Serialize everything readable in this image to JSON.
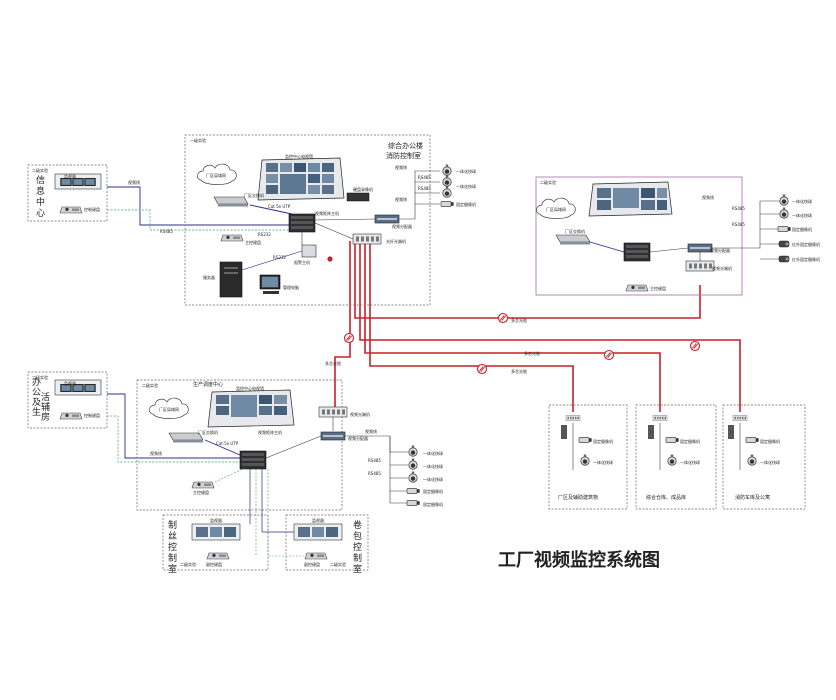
{
  "diagram_title": "工厂视频监控系统图",
  "office_building": {
    "title_line1": "综合办公楼",
    "title_line2": "消防控制室",
    "tag": "一级实验",
    "wall_label": "监控中心电视墙",
    "lan_label": "厂区局域网",
    "switch_label": "厂区交换机",
    "matrix_label": "视频矩阵主机",
    "optical_label": "光纤光端机",
    "server_label": "服务器",
    "pc_label": "管理电脑",
    "keyboard_label": "主控键盘",
    "alarm_label": "报警主机",
    "cable_label": "Cat.5e UTP",
    "rs232": "RS232",
    "rs485": "RS485",
    "vd_label": "视频分配器",
    "dvr_label": "硬盘录像机",
    "cam_dome": "一体化快球",
    "cam_fixed": "固定摄像机"
  },
  "info_center": {
    "title": "信息中心",
    "tag": "二级实验",
    "monitor": "监视器",
    "keyboard": "控制键盘"
  },
  "admin_office": {
    "title": "办公及生活辅房",
    "tag": "二级实验",
    "monitor": "监视器",
    "keyboard": "控制键盘"
  },
  "remote_building": {
    "tag": "二级实验",
    "lan_label": "厂区局域网",
    "switch_label": "厂区交换机",
    "keyboard_label": "主控键盘",
    "vd_label": "视频分配器",
    "optical_label": "视频光端机",
    "cam_dome": "一体化快球",
    "cam_fixed": "固定摄像机",
    "cam_ir": "红外固定摄像机"
  },
  "production": {
    "title": "生产调度中心",
    "tag": "二级实验",
    "wall_label": "监控中心电视墙",
    "lan_label": "厂区局域网",
    "switch_label": "厂区交换机",
    "matrix_label": "视频矩阵主机",
    "optical_label": "视频光端机",
    "keyboard_label": "主控键盘",
    "cable_label": "Cat.5e UTP",
    "vd_label": "视频分配器",
    "cam_dome": "一体化快球",
    "cam_fixed": "固定摄像机"
  },
  "sub_rooms": [
    {
      "title": "制丝控制室",
      "monitor": "监视器",
      "keyboard": "副控键盘",
      "tag": "二级实验"
    },
    {
      "title": "卷包控制室",
      "monitor": "监视器",
      "keyboard": "副控键盘",
      "tag": "二级实验"
    }
  ],
  "areas": [
    {
      "title": "厂区及辅助建筑物",
      "cam_fixed": "固定摄像机",
      "cam_dome": "一体化快球"
    },
    {
      "title": "综合仓库、成品库",
      "cam_fixed": "固定摄像机",
      "cam_dome": "一体化快球"
    },
    {
      "title": "消防车库及公寓",
      "cam_fixed": "固定摄像机",
      "cam_dome": "一体化快球"
    }
  ],
  "fiber_label": "多芯光缆",
  "video_line": "视频线",
  "colors": {
    "fiber": "#c8202a",
    "network": "#2b2b8c",
    "video": "#3a3a3a",
    "control": "#3aa86b",
    "dash_box": "#666666",
    "remote_box": "#b07ab8"
  }
}
